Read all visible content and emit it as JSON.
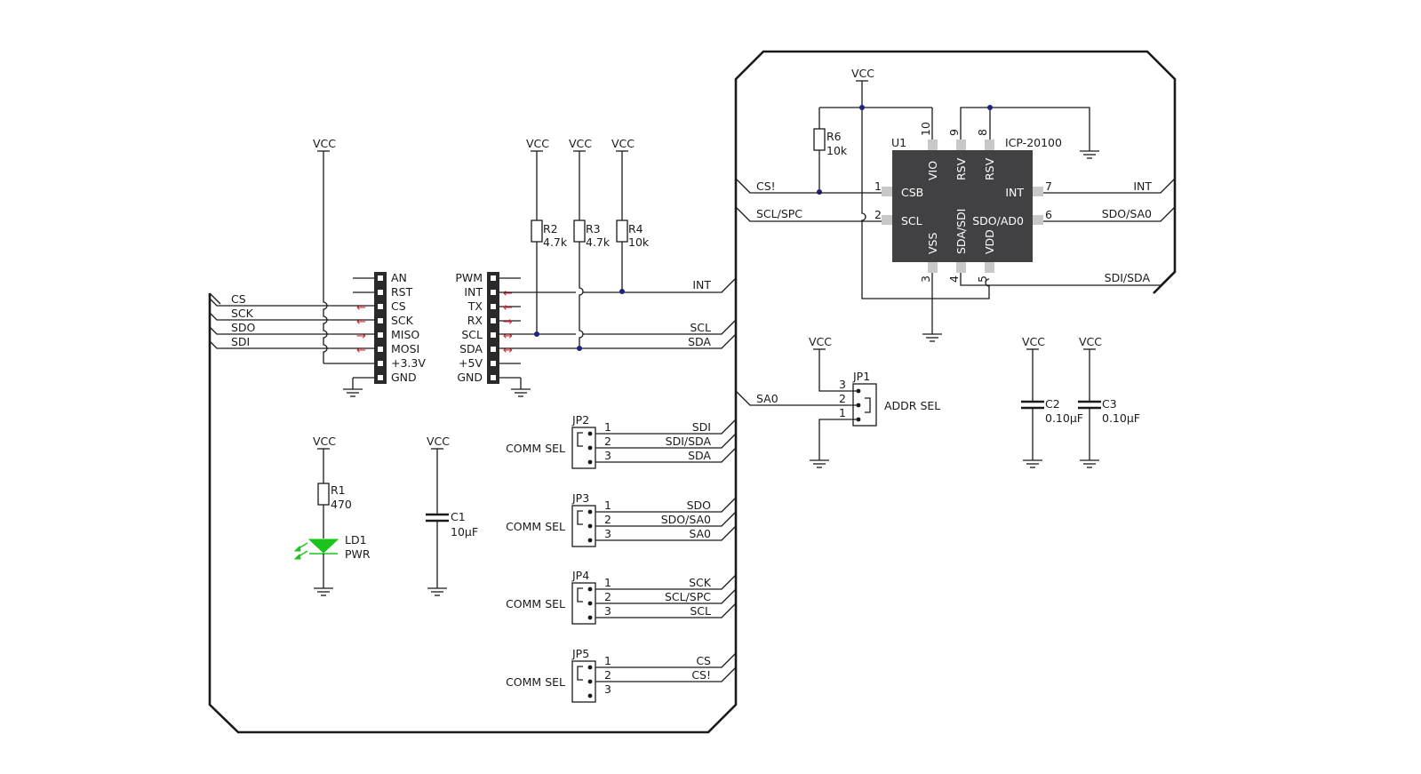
{
  "power_labels": {
    "vcc": "VCC"
  },
  "mikrobus_left": {
    "pins": [
      "AN",
      "RST",
      "CS",
      "SCK",
      "MISO",
      "MOSI",
      "+3.3V",
      "GND"
    ],
    "nets": [
      "CS",
      "SCK",
      "SDO",
      "SDI"
    ]
  },
  "mikrobus_right": {
    "pins": [
      "PWM",
      "INT",
      "TX",
      "RX",
      "SCL",
      "SDA",
      "+5V",
      "GND"
    ],
    "nets": [
      "INT",
      "SCL",
      "SDA"
    ]
  },
  "resistors": {
    "r1": {
      "ref": "R1",
      "value": "470"
    },
    "r2": {
      "ref": "R2",
      "value": "4.7k"
    },
    "r3": {
      "ref": "R3",
      "value": "4.7k"
    },
    "r4": {
      "ref": "R4",
      "value": "10k"
    },
    "r6": {
      "ref": "R6",
      "value": "10k"
    }
  },
  "capacitors": {
    "c1": {
      "ref": "C1",
      "value": "10µF"
    },
    "c2": {
      "ref": "C2",
      "value": "0.10µF"
    },
    "c3": {
      "ref": "C3",
      "value": "0.10µF"
    }
  },
  "led": {
    "ref": "LD1",
    "label": "PWR"
  },
  "ic": {
    "ref": "U1",
    "part": "ICP-20100",
    "pins": {
      "csb": "CSB",
      "scl": "SCL",
      "vio": "VIO",
      "rsv9": "RSV",
      "rsv8": "RSV",
      "int": "INT",
      "sdo": "SDO/AD0",
      "vss": "VSS",
      "sda": "SDA/SDI",
      "vdd": "VDD"
    },
    "numbers": {
      "p1": "1",
      "p2": "2",
      "p3": "3",
      "p4": "4",
      "p5": "5",
      "p6": "6",
      "p7": "7",
      "p8": "8",
      "p9": "9",
      "p10": "10"
    },
    "nets": {
      "cs": "CS!",
      "scl": "SCL/SPC",
      "int": "INT",
      "sdo": "SDO/SA0",
      "sdi": "SDI/SDA"
    }
  },
  "jp1": {
    "ref": "JP1",
    "label": "ADDR SEL",
    "net": "SA0",
    "pins": [
      "3",
      "2",
      "1"
    ]
  },
  "jumpers": [
    {
      "ref": "JP2",
      "label": "COMM SEL",
      "pins": [
        "1",
        "2",
        "3"
      ],
      "nets": [
        "SDI",
        "SDI/SDA",
        "SDA"
      ]
    },
    {
      "ref": "JP3",
      "label": "COMM SEL",
      "pins": [
        "1",
        "2",
        "3"
      ],
      "nets": [
        "SDO",
        "SDO/SA0",
        "SA0"
      ]
    },
    {
      "ref": "JP4",
      "label": "COMM SEL",
      "pins": [
        "1",
        "2",
        "3"
      ],
      "nets": [
        "SCK",
        "SCL/SPC",
        "SCL"
      ]
    },
    {
      "ref": "JP5",
      "label": "COMM SEL",
      "pins": [
        "1",
        "2",
        "3"
      ],
      "nets": [
        "CS",
        "CS!",
        ""
      ]
    }
  ],
  "colors": {
    "chip": "#414042",
    "led": "#1ac41a",
    "arrow": "#e1222a",
    "junction": "#1a237e",
    "pin": "#c8c8c8"
  }
}
